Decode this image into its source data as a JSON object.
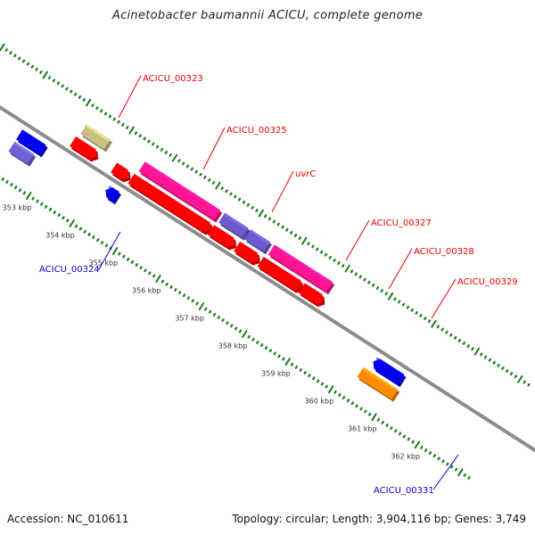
{
  "title": "Acinetobacter baumannii ACICU, complete genome",
  "footer": {
    "accession": "Accession: NC_010611",
    "summary": "Topology: circular; Length: 3,904,116 bp; Genes: 3,749"
  },
  "colors": {
    "backbone": "#8c8c8c",
    "tick": "#1a7a1a",
    "forward_label": "#ee0000",
    "reverse_label": "#0000cc"
  },
  "scale": {
    "unit": "kbp",
    "ticks": [
      {
        "pos": 353,
        "label": "353 kbp"
      },
      {
        "pos": 354,
        "label": "354 kbp"
      },
      {
        "pos": 355,
        "label": "355 kbp"
      },
      {
        "pos": 356,
        "label": "356 kbp"
      },
      {
        "pos": 357,
        "label": "357 kbp"
      },
      {
        "pos": 358,
        "label": "358 kbp"
      },
      {
        "pos": 359,
        "label": "359 kbp"
      },
      {
        "pos": 360,
        "label": "360 kbp"
      },
      {
        "pos": 361,
        "label": "361 kbp"
      },
      {
        "pos": 362,
        "label": "362 kbp"
      }
    ]
  },
  "features": [
    {
      "name": "blue-left",
      "track": "rev-outer",
      "start": 352.2,
      "end": 352.75,
      "color": "#0000ee",
      "arrow": false,
      "label": ""
    },
    {
      "name": "purple-left",
      "track": "rev-inner",
      "start": 352.2,
      "end": 352.65,
      "color": "#7060d8",
      "arrow": false,
      "label": ""
    },
    {
      "name": "ACICU_00323",
      "track": "fwd-outer",
      "start": 353.2,
      "end": 353.75,
      "color": "#c8c080",
      "arrow": false,
      "label": "ACICU_00323"
    },
    {
      "name": "ACICU_00323-cds",
      "track": "fwd-inner",
      "start": 353.15,
      "end": 353.7,
      "color": "#ff0000",
      "arrow": true,
      "label": ""
    },
    {
      "name": "ACICU_00324",
      "track": "rev-outer",
      "start": 354.2,
      "end": 354.45,
      "color": "#0000ee",
      "arrow": true,
      "label": "ACICU_00324"
    },
    {
      "name": "ACICU_00325",
      "track": "fwd-inner",
      "start": 354.1,
      "end": 354.45,
      "color": "#ff0000",
      "arrow": true,
      "label": "ACICU_00325"
    },
    {
      "name": "uvrC",
      "track": "fwd-outer",
      "start": 354.55,
      "end": 356.3,
      "color": "#ff1493",
      "arrow": false,
      "label": "uvrC"
    },
    {
      "name": "uvrC-cds",
      "track": "fwd-inner",
      "start": 354.5,
      "end": 356.35,
      "color": "#ff0000",
      "arrow": true,
      "label": ""
    },
    {
      "name": "ACICU_00327",
      "track": "fwd-outer",
      "start": 356.4,
      "end": 356.95,
      "color": "#6a5acd",
      "arrow": false,
      "label": "ACICU_00327"
    },
    {
      "name": "ACICU_00327-cds",
      "track": "fwd-inner",
      "start": 356.35,
      "end": 356.9,
      "color": "#ff0000",
      "arrow": true,
      "label": ""
    },
    {
      "name": "ACICU_00328",
      "track": "fwd-outer",
      "start": 357.0,
      "end": 357.45,
      "color": "#6a5acd",
      "arrow": false,
      "label": "ACICU_00328"
    },
    {
      "name": "ACICU_00328-cds",
      "track": "fwd-inner",
      "start": 356.95,
      "end": 357.45,
      "color": "#ff0000",
      "arrow": true,
      "label": ""
    },
    {
      "name": "ACICU_00329",
      "track": "fwd-outer",
      "start": 357.55,
      "end": 358.9,
      "color": "#ff1493",
      "arrow": false,
      "label": "ACICU_00329"
    },
    {
      "name": "ACICU_00329-cds-a",
      "track": "fwd-inner",
      "start": 357.5,
      "end": 358.45,
      "color": "#ff0000",
      "arrow": true,
      "label": ""
    },
    {
      "name": "ACICU_00329-cds-b",
      "track": "fwd-inner",
      "start": 358.45,
      "end": 358.95,
      "color": "#ff0000",
      "arrow": true,
      "label": ""
    },
    {
      "name": "ACICU_00331",
      "track": "rev-inner-far",
      "start": 360.3,
      "end": 361.1,
      "color": "#ff8c00",
      "arrow": false,
      "label": "ACICU_00331"
    },
    {
      "name": "blue-right",
      "track": "rev-outer",
      "start": 360.4,
      "end": 361.05,
      "color": "#0000ee",
      "arrow": true,
      "label": ""
    }
  ]
}
